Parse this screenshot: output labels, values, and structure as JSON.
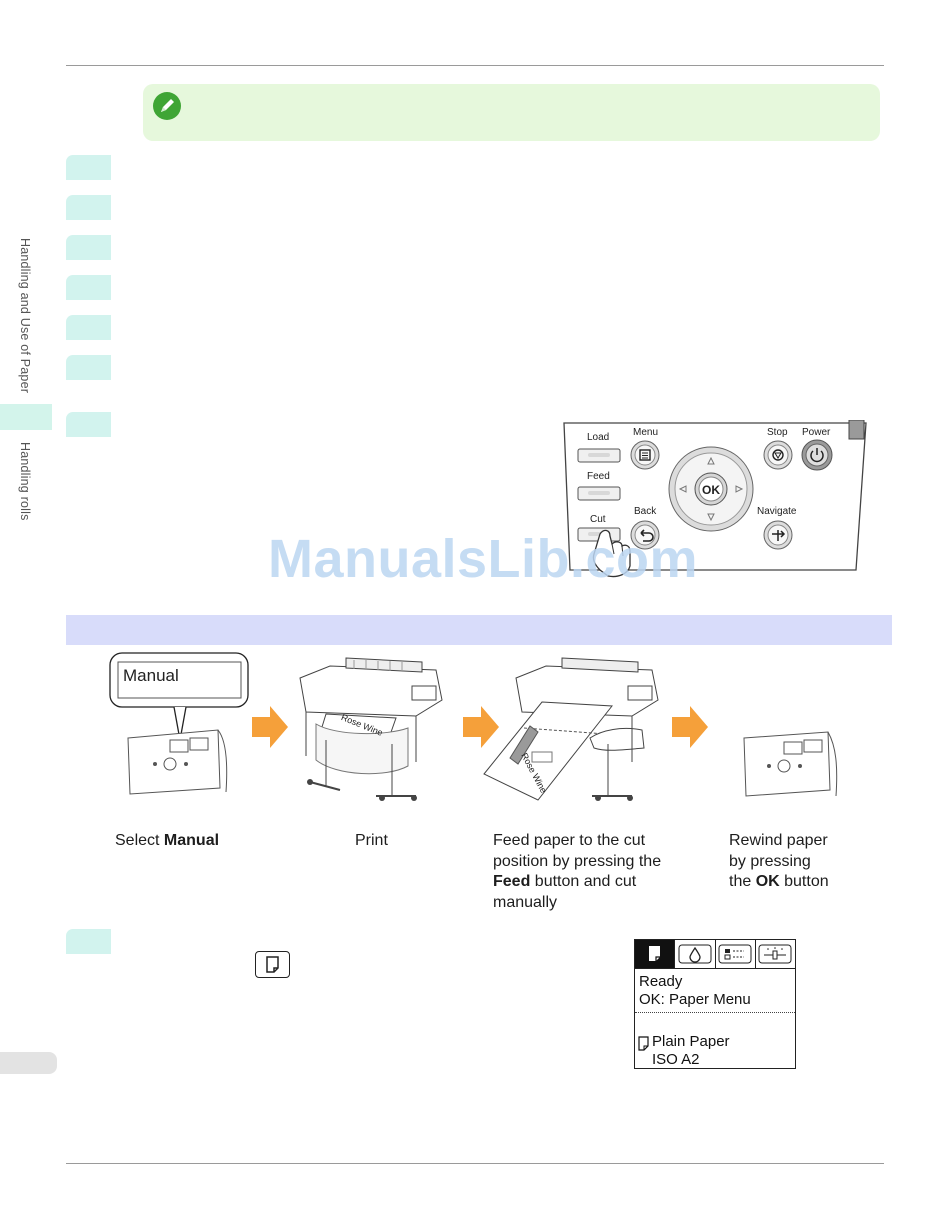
{
  "side": {
    "chapter_label": "Handling and Use of Paper",
    "section_label": "Handling rolls"
  },
  "panel": {
    "load": "Load",
    "feed": "Feed",
    "cut": "Cut",
    "menu": "Menu",
    "back": "Back",
    "ok": "OK",
    "stop": "Stop",
    "power": "Power",
    "navigate": "Navigate"
  },
  "watermark": "ManualsLib.com",
  "sequence": {
    "callout_text": "Manual",
    "captions": {
      "step1_pre": "Select ",
      "step1_bold": "Manual",
      "step2": "Print",
      "step3_l1": "Feed paper to the cut",
      "step3_l2": "position by pressing the",
      "step3_bold": "Feed",
      "step3_l3_rest": " button and cut",
      "step3_l4": "manually",
      "step4_l1": "Rewind paper",
      "step4_l2": "by pressing",
      "step4_pre": "the ",
      "step4_bold": "OK",
      "step4_post": " button"
    },
    "poster_text": "Rose Wine"
  },
  "lcd": {
    "status": "Ready",
    "hint": "OK: Paper Menu",
    "media": "Plain Paper",
    "size": "ISO A2"
  },
  "colors": {
    "note_bg": "#e6f8dc",
    "step_marker": "#d2f3ee",
    "banner": "#d8dcfa",
    "arrow": "#f5a03a"
  }
}
